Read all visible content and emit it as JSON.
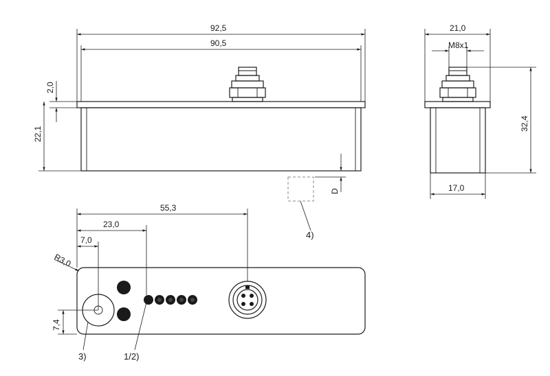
{
  "dimensions": {
    "top_overall_width": "92,5",
    "top_inner_width": "90,5",
    "top_flange_thickness": "2,0",
    "top_body_height": "22,1",
    "side_overall_width": "21,0",
    "side_thread": "M8x1",
    "side_total_height": "32,4",
    "side_body_width": "17,0",
    "sensing_distance": "D",
    "bottom_connector_offset": "55,3",
    "bottom_led_offset": "23,0",
    "bottom_hole_offset": "7,0",
    "bottom_corner_radius": "R3,0",
    "bottom_hole_height": "7,4"
  },
  "callouts": {
    "sensing_face": "4)",
    "mounting_hole": "3)",
    "leds": "1/2)"
  },
  "colors": {
    "line": "#1a1a1a",
    "dashed": "#888888"
  }
}
